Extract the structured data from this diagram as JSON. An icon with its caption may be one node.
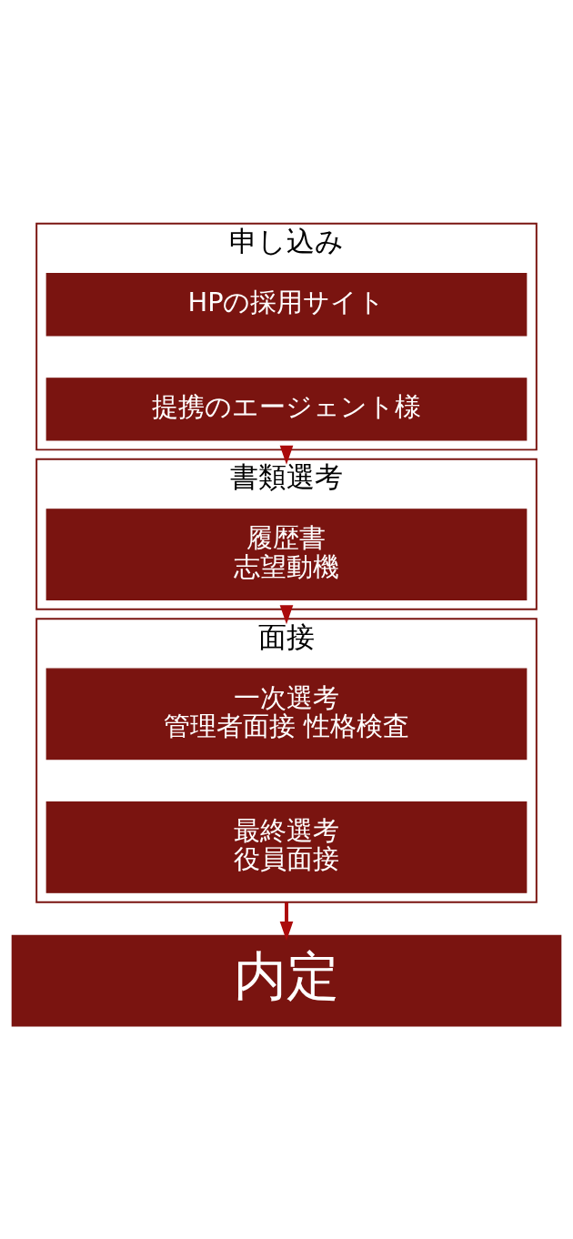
{
  "diagram": {
    "nodes": [
      {
        "text": [
          "申し込み"
        ]
      },
      {
        "text": [
          "HPの採用サイト"
        ],
        "in": 0
      },
      {
        "text": [
          "提携のエージェント様"
        ],
        "in": 0
      },
      {
        "text": [
          "書類選考"
        ]
      },
      {
        "text": [
          "履歴書",
          "志望動機"
        ],
        "in": 3
      },
      {
        "text": [
          "面接"
        ]
      },
      {
        "text": [
          "一次選考",
          "管理者面接 性格検査"
        ],
        "in": 5
      },
      {
        "text": [
          "最終選考",
          "役員面接"
        ],
        "in": 5
      },
      {
        "text": [
          "内定"
        ]
      }
    ],
    "edges": [
      {
        "from": 0,
        "to": 3,
        "arrow": "to"
      },
      {
        "from": 3,
        "to": 5,
        "arrow": "to"
      },
      {
        "from": 5,
        "to": 8,
        "arrow": "to"
      }
    ]
  }
}
